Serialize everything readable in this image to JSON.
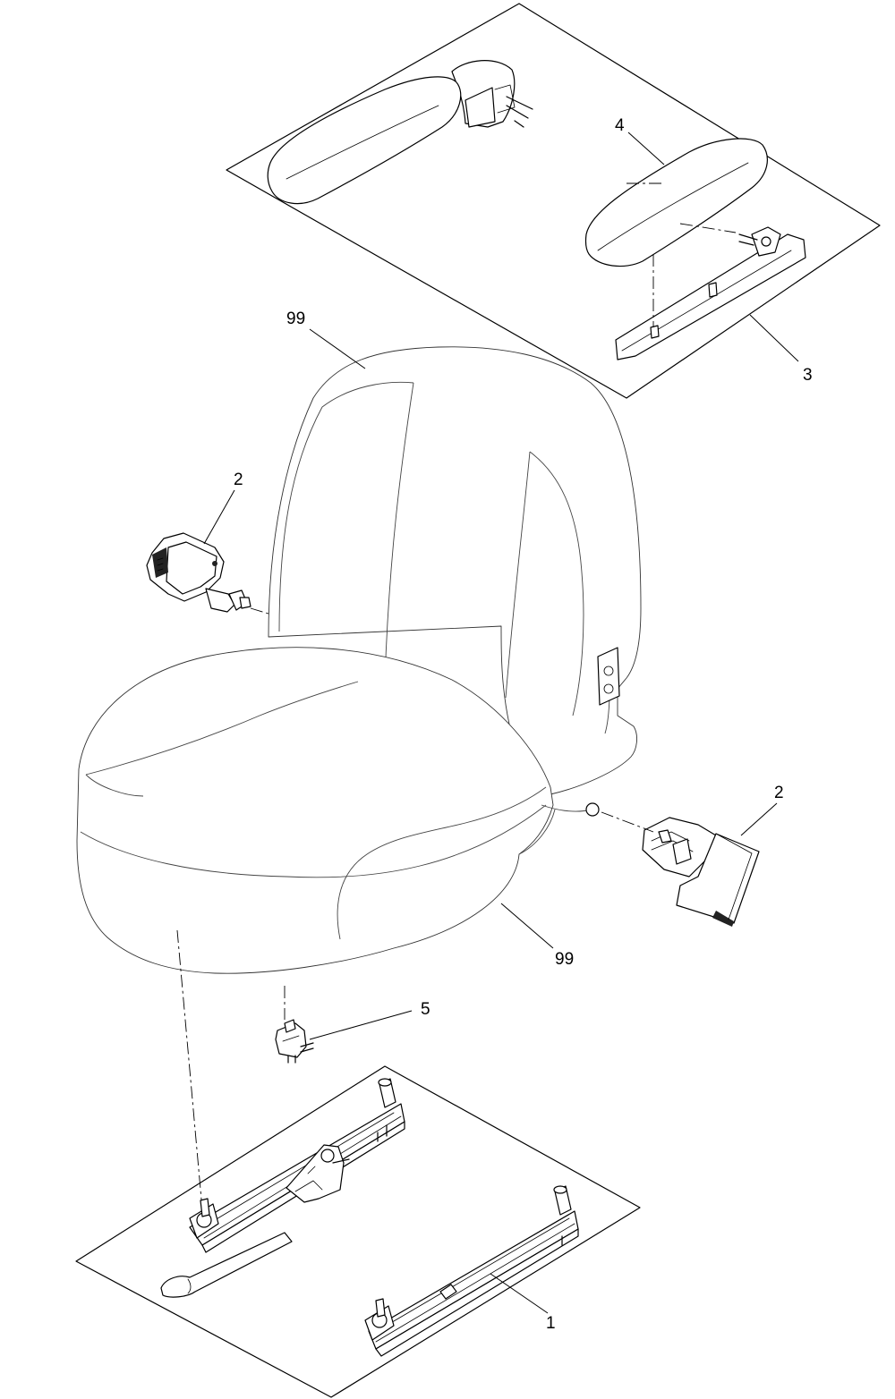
{
  "callouts": {
    "c1": "1",
    "c2a": "2",
    "c2b": "2",
    "c3": "3",
    "c4": "4",
    "c5": "5",
    "c99a": "99",
    "c99b": "99"
  },
  "colors": {
    "line": "#000000",
    "background": "#ffffff"
  }
}
